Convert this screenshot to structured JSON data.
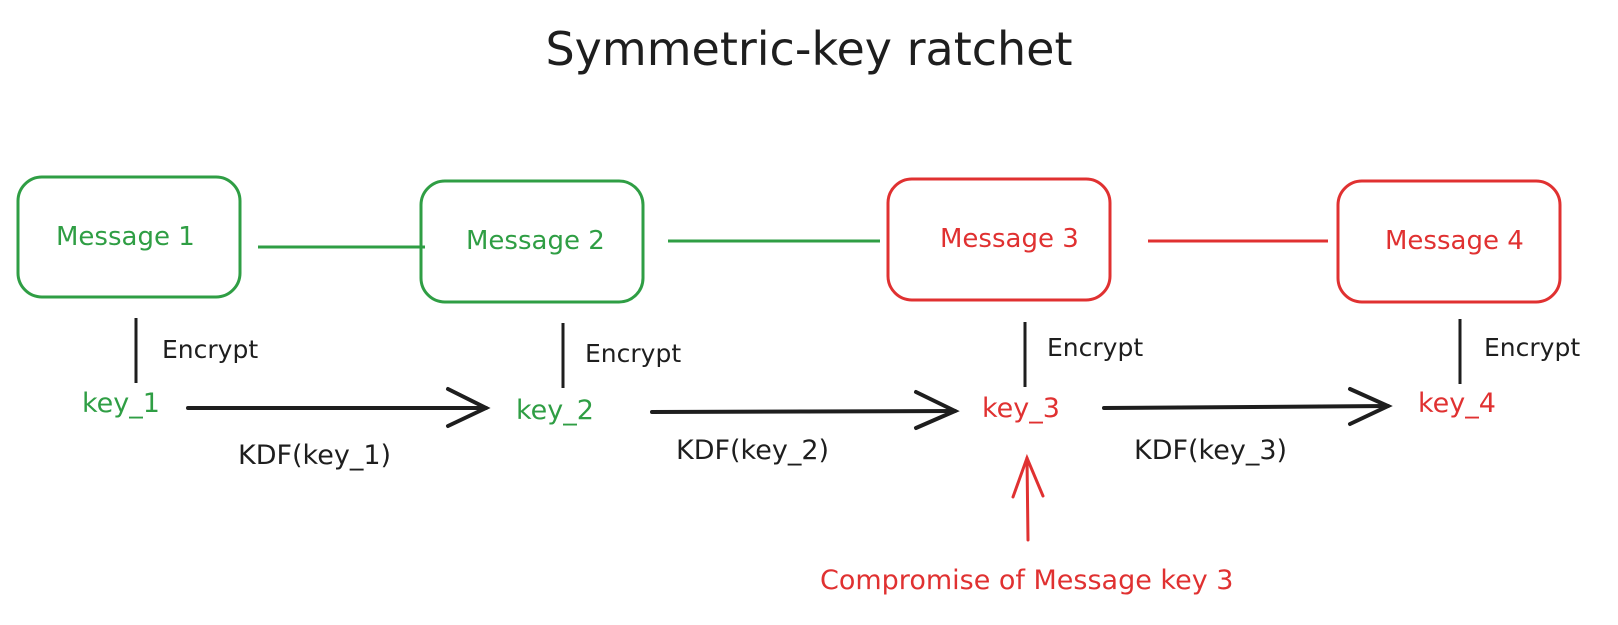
{
  "title": "Symmetric-key ratchet",
  "colors": {
    "safe": "#2f9e44",
    "compromised": "#e03131",
    "ink": "#1e1e1e"
  },
  "messages": [
    {
      "label": "Message 1",
      "status": "safe"
    },
    {
      "label": "Message 2",
      "status": "safe"
    },
    {
      "label": "Message 3",
      "status": "compromised"
    },
    {
      "label": "Message 4",
      "status": "compromised"
    }
  ],
  "encrypt_label": "Encrypt",
  "keys": [
    {
      "label": "key_1",
      "status": "safe"
    },
    {
      "label": "key_2",
      "status": "safe"
    },
    {
      "label": "key_3",
      "status": "compromised"
    },
    {
      "label": "key_4",
      "status": "compromised"
    }
  ],
  "kdf_edges": [
    {
      "from": "key_1",
      "to": "key_2",
      "label": "KDF(key_1)"
    },
    {
      "from": "key_2",
      "to": "key_3",
      "label": "KDF(key_2)"
    },
    {
      "from": "key_3",
      "to": "key_4",
      "label": "KDF(key_3)"
    }
  ],
  "compromise": {
    "target": "key_3",
    "label": "Compromise of Message key 3"
  }
}
